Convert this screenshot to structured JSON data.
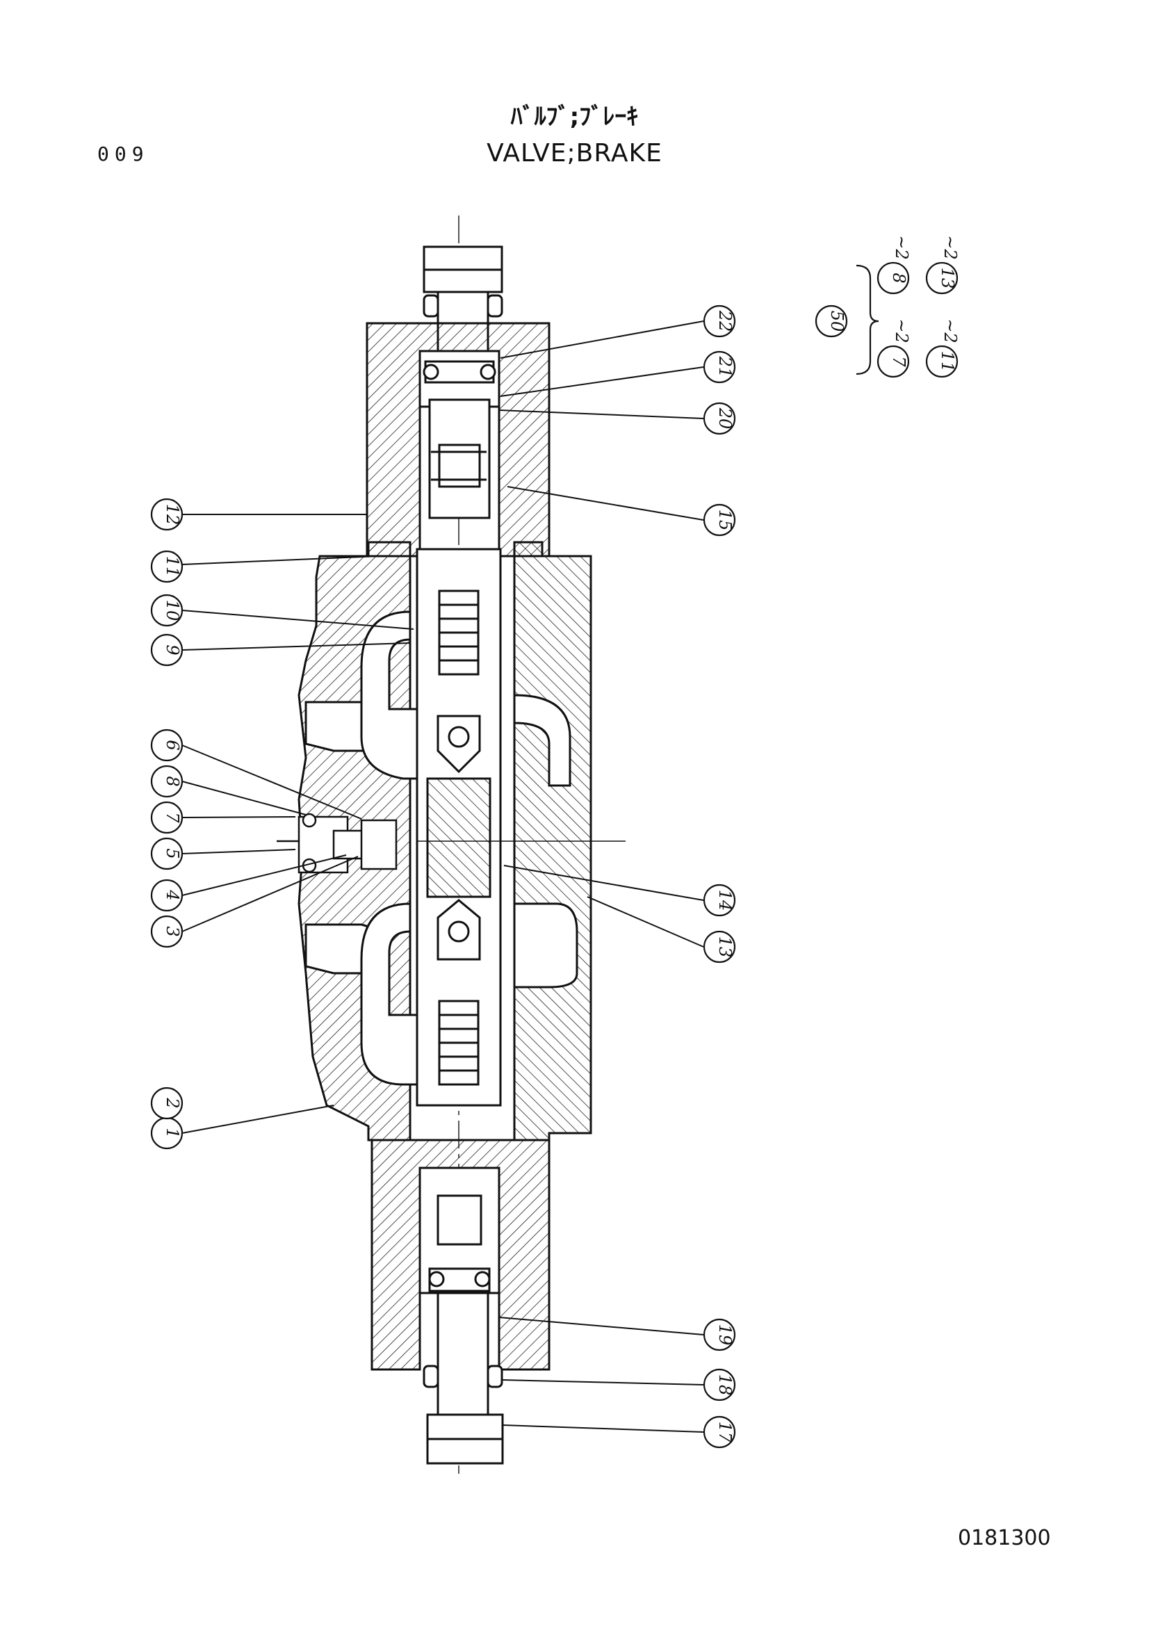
{
  "header": {
    "page_number": "009",
    "title_jp": "ﾊﾞﾙﾌﾞ;ﾌﾞﾚｰｷ",
    "title_en": "VALVE;BRAKE"
  },
  "footer": {
    "document_code": "0181300"
  },
  "callouts_left": [
    "12",
    "11",
    "10",
    "9",
    "6",
    "8",
    "7",
    "5",
    "4",
    "3",
    "1",
    "2"
  ],
  "callouts_right": [
    "22",
    "21",
    "20",
    "15",
    "14",
    "13",
    "19",
    "18",
    "17"
  ],
  "kit": {
    "number": "50",
    "items": [
      {
        "part": "8",
        "qty": "~2"
      },
      {
        "part": "13",
        "qty": "~2"
      },
      {
        "part": "7",
        "qty": "~2"
      },
      {
        "part": "11",
        "qty": "~2"
      }
    ]
  }
}
